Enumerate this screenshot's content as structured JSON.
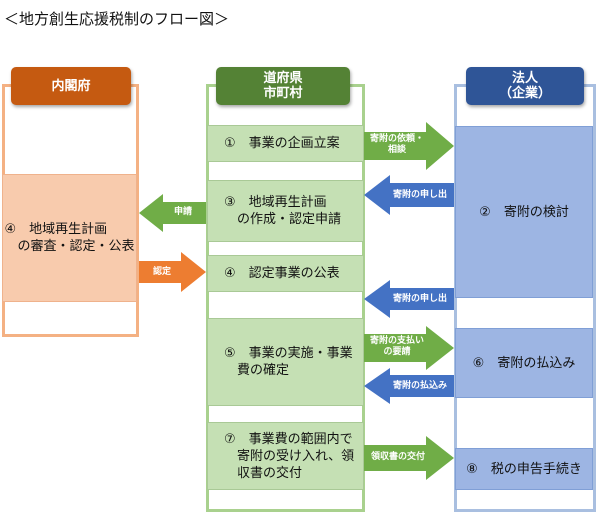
{
  "title": "＜地方創生応援税制のフロー図＞",
  "lanes": {
    "left": {
      "header": "内閣府"
    },
    "mid": {
      "header_line1": "道府県",
      "header_line2": "市町村"
    },
    "right": {
      "header_line1": "法人",
      "header_line2": "（企業）"
    }
  },
  "boxes": {
    "step1": "①　事業の企画立案",
    "step3": "③　地域再生計画\n　の作成・認定申請",
    "step4_left": "④　地域再生計画\n　の審査・認定・公表",
    "step4_mid": "④　認定事業の公表",
    "step5": "⑤　事業の実施・事業\n　費の確定",
    "step7": "⑦　事業費の範囲内で\n　寄附の受け入れ、領\n　収書の交付",
    "step2": "②　寄附の検討",
    "step6": "⑥　寄附の払込み",
    "step8": "⑧　税の申告手続き"
  },
  "arrows": {
    "a_request": "寄附の依頼・\n相談",
    "a_offer1": "寄附の申し出",
    "a_apply": "申請",
    "a_certify": "認定",
    "a_offer2": "寄附の申し出",
    "a_payreq": "寄附の支払い\nの要請",
    "a_paid": "寄附の払込み",
    "a_receipt": "領収書の交付"
  },
  "colors": {
    "green_arrow": "#70ad47",
    "blue_arrow": "#4472c4",
    "orange_arrow": "#ed7d31"
  }
}
